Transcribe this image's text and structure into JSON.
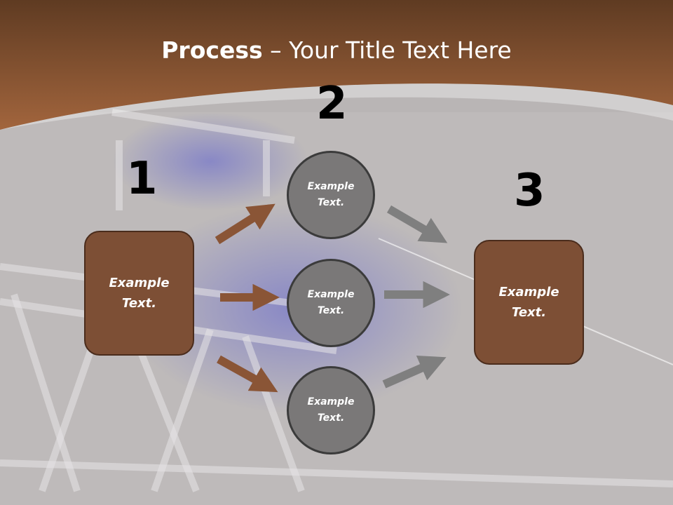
{
  "title": {
    "bold": "Process",
    "rest": " – Your Title Text Here"
  },
  "numbers": {
    "n1": "1",
    "n2": "2",
    "n3": "3"
  },
  "boxes": {
    "left": "Example Text.",
    "right": "Example Text."
  },
  "circles": {
    "top": "Example Text.",
    "middle": "Example Text.",
    "bottom": "Example Text."
  },
  "colors": {
    "header": "#8b5331",
    "box": "#7d4f35",
    "circle": "#7a7878",
    "brown_arrow": "#8a5536",
    "gray_arrow": "#7f7f7f"
  }
}
